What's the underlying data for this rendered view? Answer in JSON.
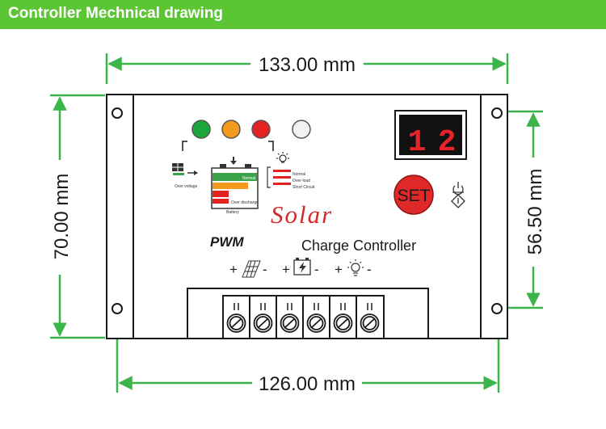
{
  "header": {
    "title": "Controller Mechnical drawing"
  },
  "dimensions": {
    "top_width": "133.00 mm",
    "bottom_width": "126.00 mm",
    "left_height": "70.00 mm",
    "right_height": "56.50 mm"
  },
  "display": {
    "digit_1": "1",
    "digit_2": "2"
  },
  "buttons": {
    "set_label": "SET"
  },
  "labels": {
    "brand": "Solar",
    "pwm": "PWM",
    "product": "Charge Controller",
    "over_voltage": "Over voltage",
    "normal_bar": "Normal",
    "over_discharge": "Over discharge",
    "battery": "Battery",
    "load_normal": "Normal",
    "load_overload": "Over-load",
    "load_short": "Short Circuit",
    "plus": "+",
    "minus": "-"
  },
  "indicators": [
    {
      "name": "green-led",
      "color": "#1aa63a"
    },
    {
      "name": "orange-led",
      "color": "#f39a1e"
    },
    {
      "name": "red-led",
      "color": "#e32222"
    },
    {
      "name": "white-led",
      "color": "#f2f2f2"
    }
  ],
  "colors": {
    "header": "#5cc534",
    "dimension": "#3bb44a",
    "display_digits": "#e8232a",
    "set_button": "#e02828"
  }
}
